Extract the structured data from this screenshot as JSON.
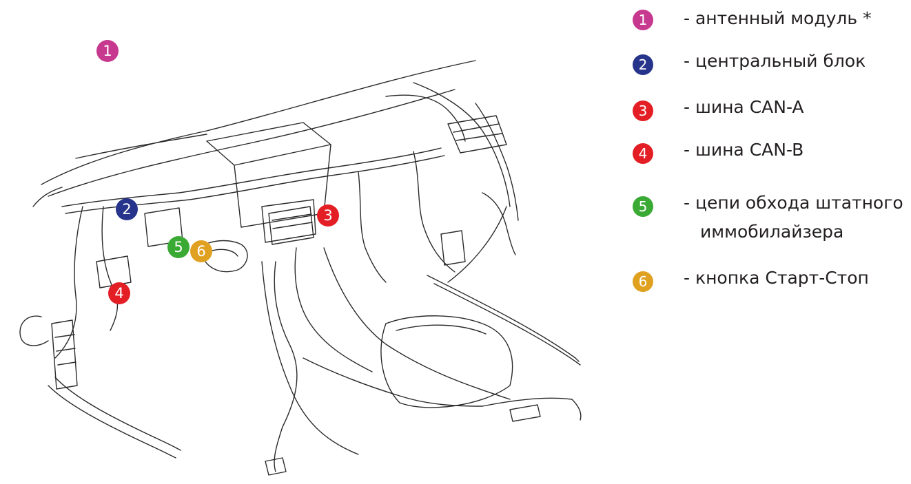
{
  "markers": [
    {
      "id": "1",
      "label": "1",
      "color": "#c7388f"
    },
    {
      "id": "2",
      "label": "2",
      "color": "#27348b"
    },
    {
      "id": "3",
      "label": "3",
      "color": "#e31e24"
    },
    {
      "id": "4",
      "label": "4",
      "color": "#e31e24"
    },
    {
      "id": "5",
      "label": "5",
      "color": "#3aaa35"
    },
    {
      "id": "6",
      "label": "6",
      "color": "#e0a020"
    }
  ],
  "legend": [
    {
      "number": "1",
      "color": "#c7388f",
      "text": "- антенный модуль *"
    },
    {
      "number": "2",
      "color": "#27348b",
      "text": "- центральный блок"
    },
    {
      "number": "3",
      "color": "#e31e24",
      "text": "- шина CAN-A"
    },
    {
      "number": "4",
      "color": "#e31e24",
      "text": "- шина CAN-B"
    },
    {
      "number": "5",
      "color": "#3aaa35",
      "text": "- цепи обхода штатного",
      "text2": "иммобилайзера"
    },
    {
      "number": "6",
      "color": "#e0a020",
      "text": "- кнопка Старт-Стоп"
    }
  ],
  "drawing": {
    "line_color": "#2a2a2a"
  }
}
